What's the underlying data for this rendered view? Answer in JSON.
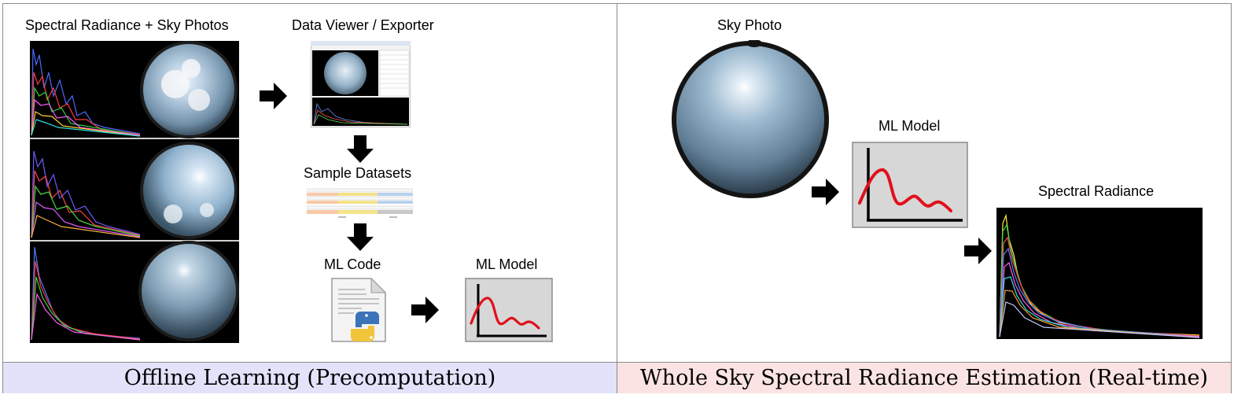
{
  "left": {
    "banner": "Offline Learning (Precomputation)",
    "spectral_label": "Spectral Radiance + Sky Photos",
    "viewer_label": "Data Viewer / Exporter",
    "datasets_label": "Sample Datasets",
    "code_label": "ML Code",
    "model_label": "ML Model"
  },
  "right": {
    "banner": "Whole Sky Spectral Radiance Estimation (Real-time)",
    "photo_label": "Sky Photo",
    "model_label": "ML Model",
    "spectral_label": "Spectral Radiance"
  },
  "colors": {
    "left_banner": "#e2e3fb",
    "right_banner": "#fce3e3",
    "model_curve": "#e0101c",
    "model_bg": "#d7d7d7"
  },
  "icons": [
    "right-arrow-icon",
    "down-arrow-icon",
    "python-file-icon",
    "chart-icon"
  ]
}
